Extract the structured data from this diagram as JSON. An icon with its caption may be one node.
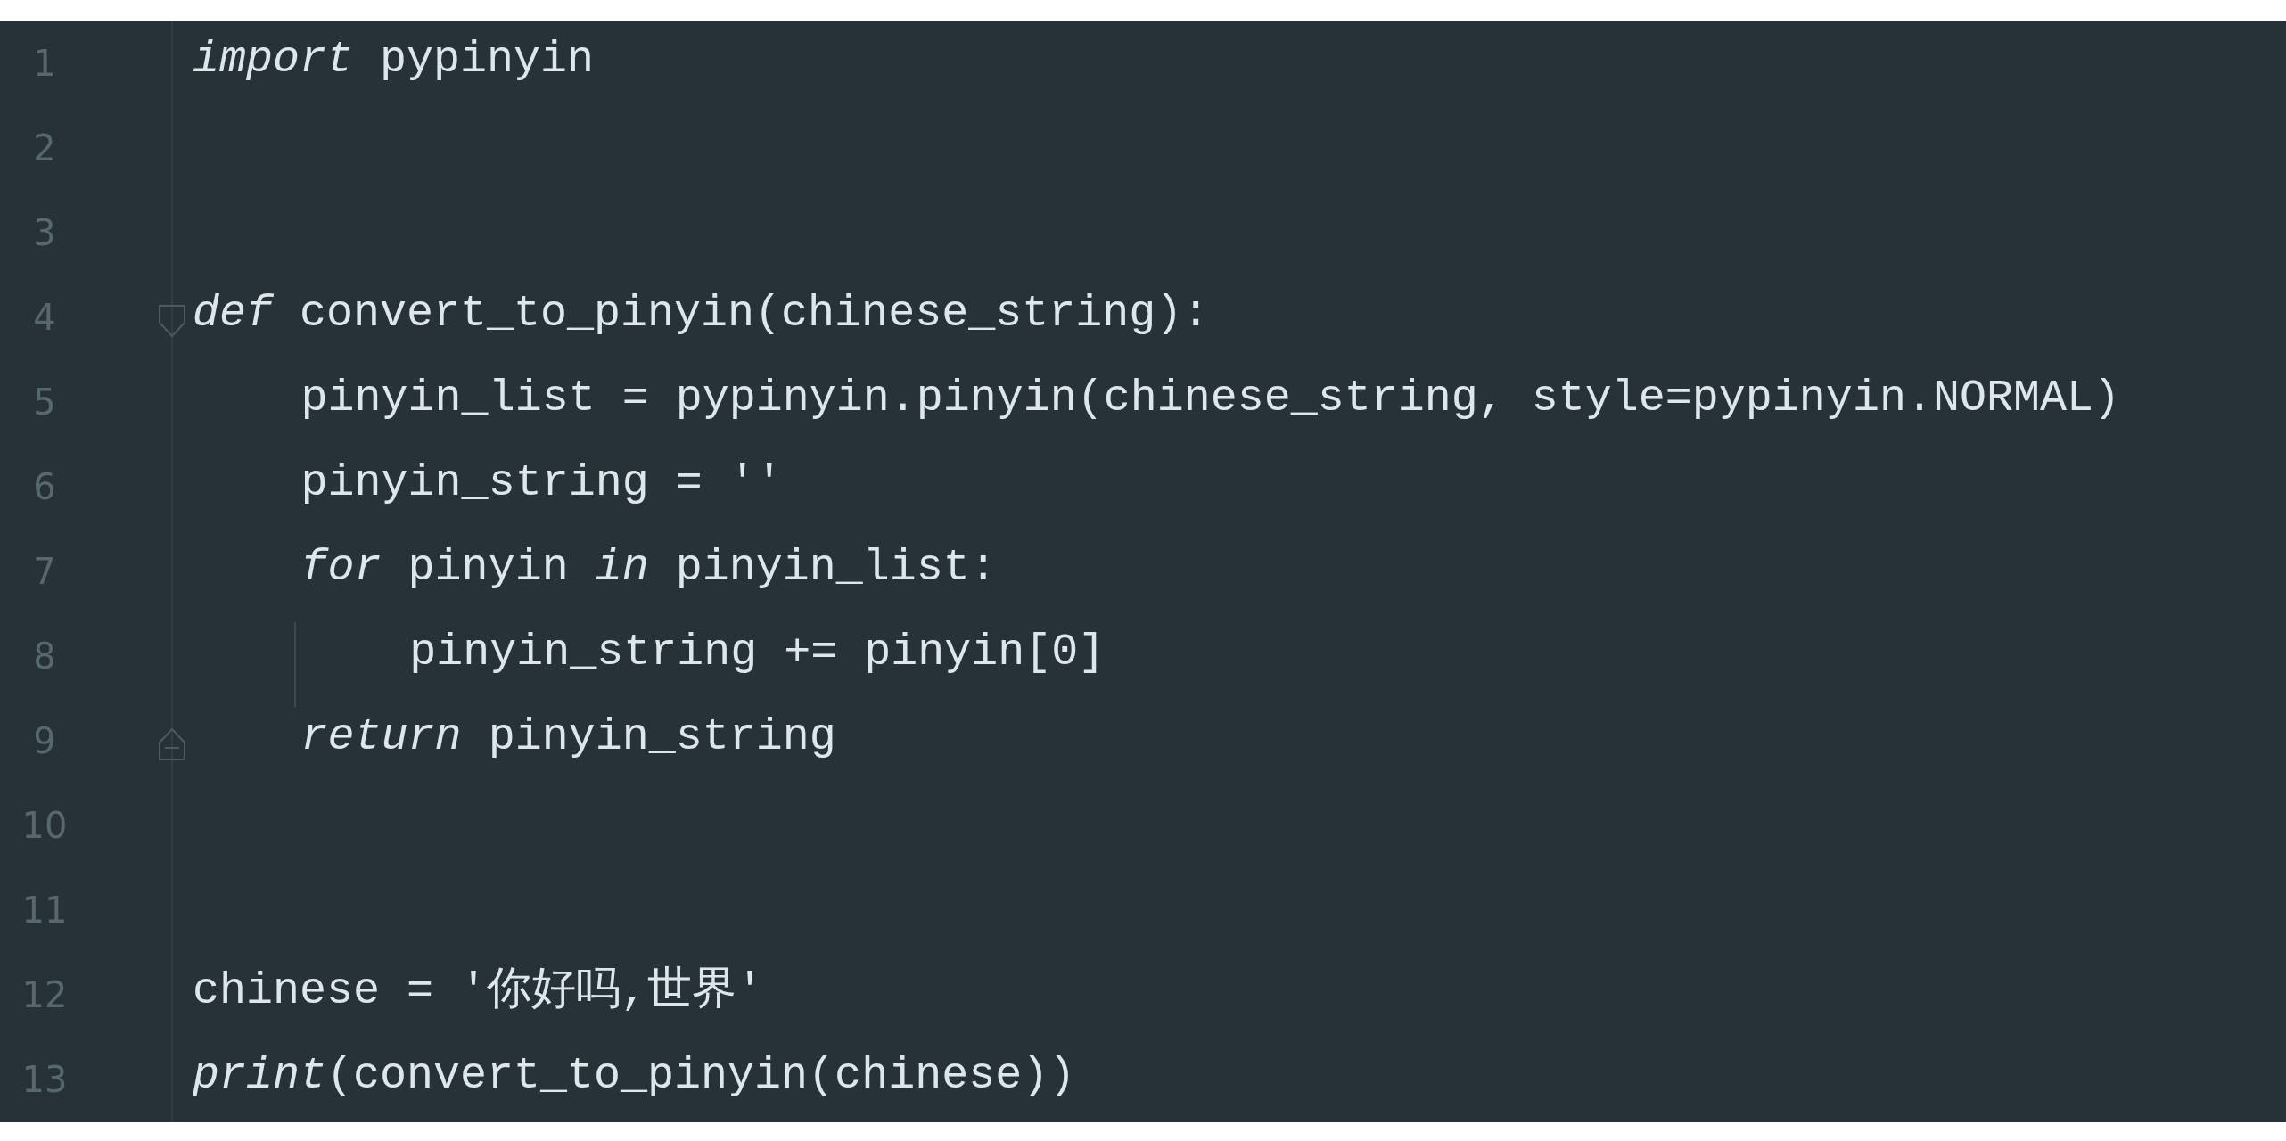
{
  "diagram": {
    "labels": [
      "1",
      "*import* pypinyin",
      "2",
      "3",
      "4",
      "*def* convert_to_pinyin(chinese_string):",
      "5",
      "pinyin_list = pypinyin.pinyin(chinese_string, style=pypinyin.NORMAL)",
      "6",
      "pinyin_string = ''",
      "7",
      "*for* pinyin *in* pinyin_list:",
      "8",
      "pinyin_string += pinyin[0]",
      "9",
      "*return* pinyin_string",
      "10",
      "11",
      "12",
      "chinese = '你好吗,世界'",
      "13",
      "*print*(convert_to_pinyin(chinese))"
    ]
  }
}
